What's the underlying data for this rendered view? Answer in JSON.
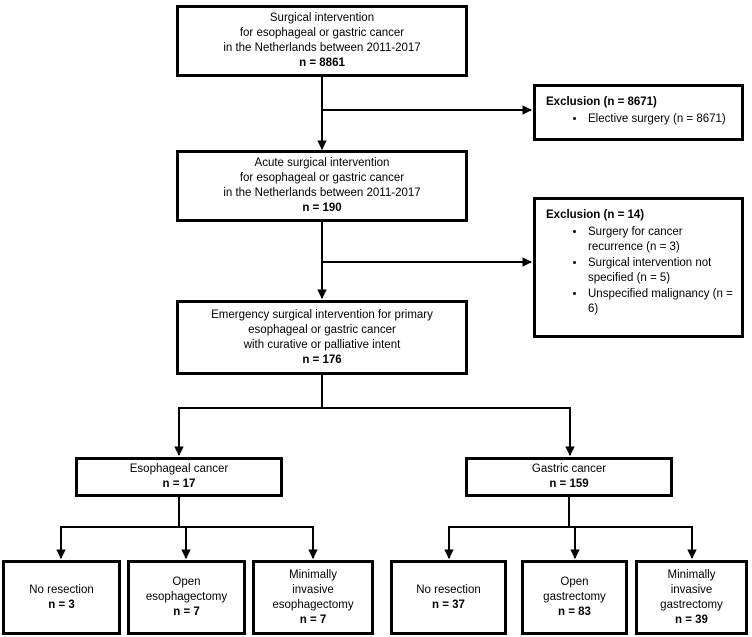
{
  "colors": {
    "line": "#000000",
    "box_border": "#000000",
    "background": "#ffffff",
    "text": "#000000"
  },
  "boxes": {
    "surgical": {
      "lines": [
        "Surgical intervention",
        "for esophageal or gastric cancer",
        "in the Netherlands between 2011-2017"
      ],
      "n": "n = 8861"
    },
    "exclusion1": {
      "title": "Exclusion (n = 8671)",
      "bullets": [
        "Elective surgery (n = 8671)"
      ]
    },
    "acute": {
      "lines": [
        "Acute surgical intervention",
        "for esophageal or gastric cancer",
        "in the Netherlands between 2011-2017"
      ],
      "n": "n = 190"
    },
    "exclusion2": {
      "title": "Exclusion (n = 14)",
      "bullets": [
        "Surgery for cancer recurrence (n = 3)",
        "Surgical intervention not specified (n = 5)",
        "Unspecified malignancy (n = 6)"
      ]
    },
    "emergency": {
      "lines": [
        "Emergency surgical intervention for primary",
        "esophageal or gastric cancer",
        "with curative or palliative intent"
      ],
      "n": "n = 176"
    },
    "esophageal": {
      "lines": [
        "Esophageal cancer"
      ],
      "n": "n = 17"
    },
    "gastric": {
      "lines": [
        "Gastric cancer"
      ],
      "n": "n = 159"
    },
    "eso_no_resection": {
      "lines": [
        "No resection"
      ],
      "n": "n = 3"
    },
    "eso_open": {
      "lines": [
        "Open",
        "esophagectomy"
      ],
      "n": "n = 7"
    },
    "eso_mini": {
      "lines": [
        "Minimally",
        "invasive",
        "esophagectomy"
      ],
      "n": "n = 7"
    },
    "gas_no_resection": {
      "lines": [
        "No resection"
      ],
      "n": "n = 37"
    },
    "gas_open": {
      "lines": [
        "Open",
        "gastrectomy"
      ],
      "n": "n = 83"
    },
    "gas_mini": {
      "lines": [
        "Minimally",
        "invasive",
        "gastrectomy"
      ],
      "n": "n = 39"
    }
  }
}
